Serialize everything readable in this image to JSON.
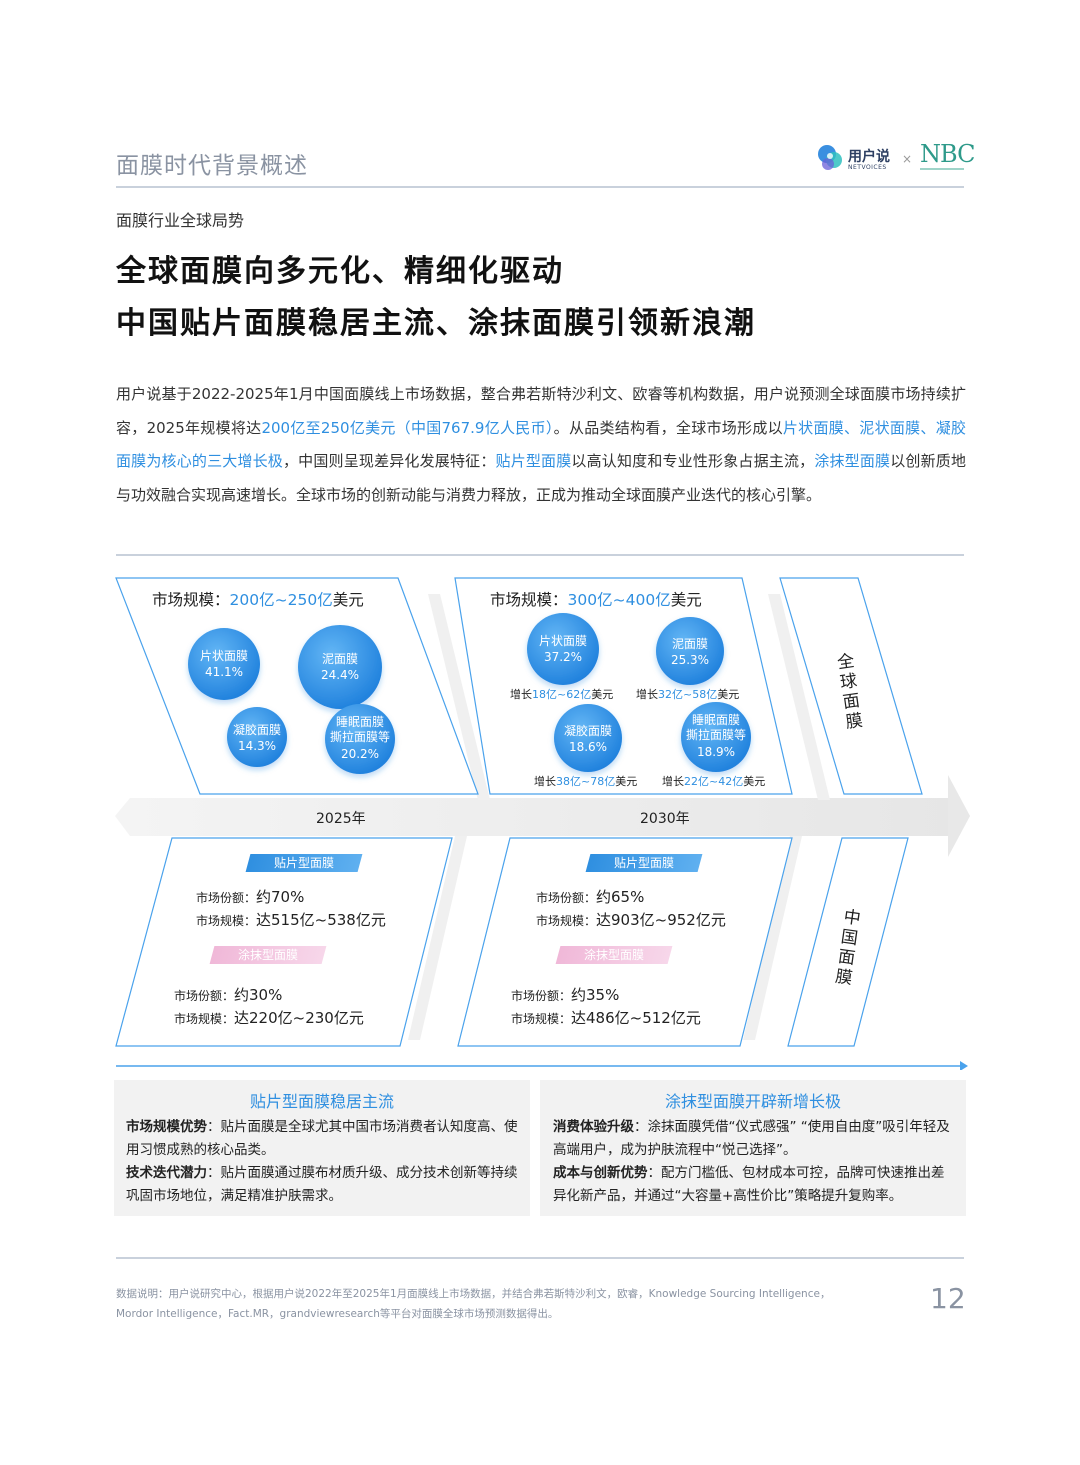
{
  "header": {
    "section_title": "面膜时代背景概述",
    "logo_cn": "用户说",
    "logo_en": "NETVOICES",
    "logo_x": "×",
    "logo_nbc": "NBC"
  },
  "subtitle": "面膜行业全球局势",
  "headline": {
    "line1": "全球面膜向多元化、精细化驱动",
    "line2": "中国贴片面膜稳居主流、涂抹面膜引领新浪潮"
  },
  "paragraph": {
    "p1": "用户说基于2022-2025年1月中国面膜线上市场数据，整合弗若斯特沙利文、欧睿等机构数据，用户说预测全球面膜市场持续扩容，2025年规模将达",
    "h1": "200亿至250亿美元（中国767.9亿人民币）",
    "p2": "。从品类结构看，全球市场形成以",
    "h2": "片状面膜、泥状面膜、凝胶面膜为核心的三大增长极",
    "p3": "，中国则呈现差异化发展特征：",
    "h3": "贴片型面膜",
    "p4": "以高认知度和专业性形象占据主流，",
    "h4": "涂抹型面膜",
    "p5": "以创新质地与功效融合实现高速增长。全球市场的创新动能与消费力释放，正成为推动全球面膜产业迭代的核心引擎。"
  },
  "diagram": {
    "year_2025": "2025年",
    "year_2030": "2030年",
    "global_label": [
      "全",
      "球",
      "面",
      "膜"
    ],
    "china_label": [
      "中",
      "国",
      "面",
      "膜"
    ],
    "global_2025": {
      "title_prefix": "市场规模：",
      "title_v1": "200亿",
      "title_sep": "~",
      "title_v2": "250亿",
      "title_suffix": "美元",
      "bubbles": [
        {
          "name": "片状面膜",
          "share": "41.1%",
          "lines": [
            "片状面膜"
          ]
        },
        {
          "name": "泥面膜",
          "share": "24.4%",
          "lines": [
            "泥面膜"
          ]
        },
        {
          "name": "凝胶面膜",
          "share": "14.3%",
          "lines": [
            "凝胶面膜"
          ]
        },
        {
          "name": "睡眠面膜撕拉面膜等",
          "share": "20.2%",
          "lines": [
            "睡眠面膜",
            "撕拉面膜等"
          ]
        }
      ]
    },
    "global_2030": {
      "title_prefix": "市场规模：",
      "title_v1": "300亿",
      "title_sep": "~",
      "title_v2": "400亿",
      "title_suffix": "美元",
      "bubbles": [
        {
          "name": "片状面膜",
          "share": "37.2%",
          "lines": [
            "片状面膜"
          ]
        },
        {
          "name": "泥面膜",
          "share": "25.3%",
          "lines": [
            "泥面膜"
          ]
        },
        {
          "name": "凝胶面膜",
          "share": "18.6%",
          "lines": [
            "凝胶面膜"
          ]
        },
        {
          "name": "睡眠面膜撕拉面膜等",
          "share": "18.9%",
          "lines": [
            "睡眠面膜",
            "撕拉面膜等"
          ]
        }
      ],
      "growth": [
        {
          "prefix": "增长",
          "v1": "18亿",
          "sep": "~",
          "v2": "62亿",
          "suffix": "美元"
        },
        {
          "prefix": "增长",
          "v1": "32亿",
          "sep": "~",
          "v2": "58亿",
          "suffix": "美元"
        },
        {
          "prefix": "增长",
          "v1": "38亿",
          "sep": "~",
          "v2": "78亿",
          "suffix": "美元"
        },
        {
          "prefix": "增长",
          "v1": "22亿",
          "sep": "~",
          "v2": "42亿",
          "suffix": "美元"
        }
      ]
    },
    "china_2025": {
      "sheet_tag": "贴片型面膜",
      "sheet_share_k": "市场份额：",
      "sheet_share_v": "约70%",
      "sheet_size_k": "市场规模：",
      "sheet_size_v": "达515亿~538亿元",
      "cream_tag": "涂抹型面膜",
      "cream_share_k": "市场份额：",
      "cream_share_v": "约30%",
      "cream_size_k": "市场规模：",
      "cream_size_v": "达220亿~230亿元"
    },
    "china_2030": {
      "sheet_tag": "贴片型面膜",
      "sheet_share_k": "市场份额：",
      "sheet_share_v": "约65%",
      "sheet_size_k": "市场规模：",
      "sheet_size_v": "达903亿~952亿元",
      "cream_tag": "涂抹型面膜",
      "cream_share_k": "市场份额：",
      "cream_share_v": "约35%",
      "cream_size_k": "市场规模：",
      "cream_size_v": "达486亿~512亿元"
    }
  },
  "summary": {
    "left": {
      "title": "贴片型面膜稳居主流",
      "k1": "市场规模优势",
      "t1": "：贴片面膜是全球尤其中国市场消费者认知度高、使用习惯成熟的核心品类。",
      "k2": "技术迭代潜力",
      "t2": "：贴片面膜通过膜布材质升级、成分技术创新等持续巩固市场地位，满足精准护肤需求。"
    },
    "right": {
      "title": "涂抹型面膜开辟新增长极",
      "k1": "消费体验升级",
      "t1": "：涂抹面膜凭借“仪式感强” “使用自由度”吸引年轻及高端用户，成为护肤流程中“悦己选择”。",
      "k2": "成本与创新优势",
      "t2": "：配方门槛低、包材成本可控，品牌可快速推出差异化新产品，并通过“大容量+高性价比”策略提升复购率。"
    }
  },
  "footnote": "数据说明：用户说研究中心，根据用户说2022年至2025年1月面膜线上市场数据，并结合弗若斯特沙利文，欧睿，Knowledge Sourcing Intelligence，Mordor Intelligence，Fact.MR，grandviewresearch等平台对面膜全球市场预测数据得出。",
  "page_number": "12",
  "colors": {
    "accent": "#2f8fe0",
    "rule": "#c9d1dc",
    "muted": "#8a93a2",
    "pink": "#f0b8d8"
  }
}
